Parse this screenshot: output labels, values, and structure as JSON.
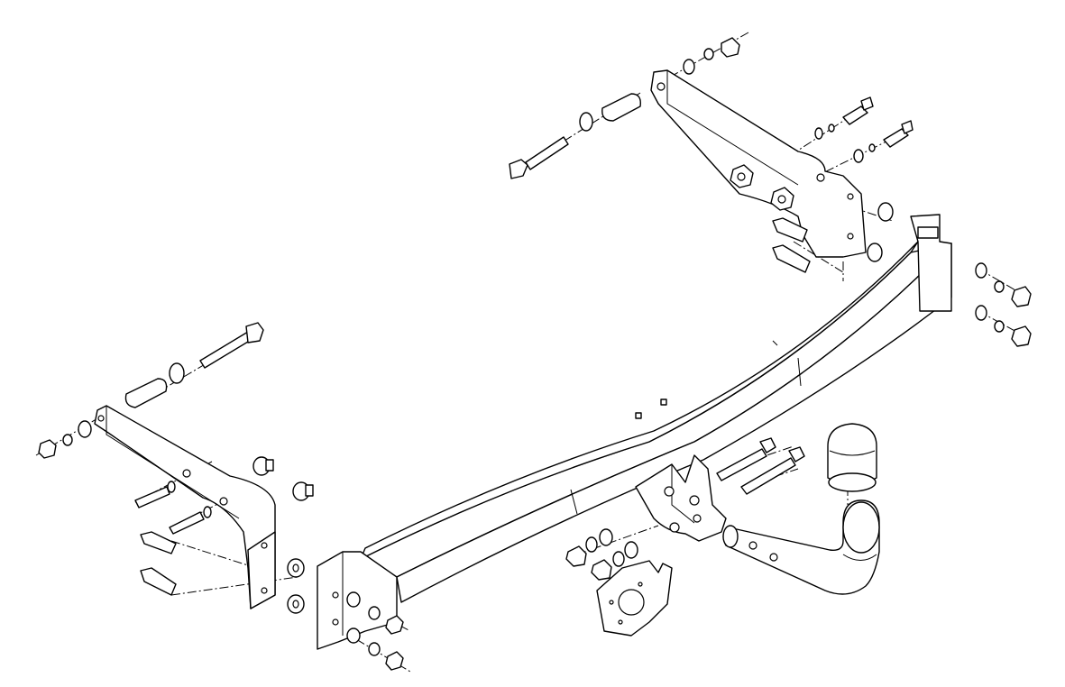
{
  "diagram": {
    "colors": {
      "line": "#000000",
      "background": "#ffffff"
    },
    "parts": [
      "crossbar",
      "right-side-bracket",
      "left-side-bracket",
      "tow-ball",
      "tow-neck",
      "socket-plate"
    ]
  }
}
